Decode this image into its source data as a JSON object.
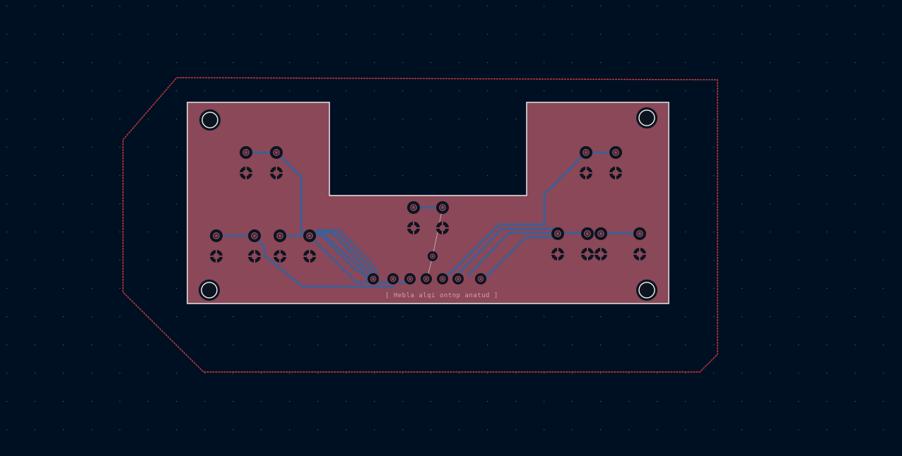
{
  "view": {
    "colors": {
      "background": "#001023",
      "grid_dot": "#4a5a70",
      "courtyard_outline": "#d23b3b",
      "board_edge": "#e8e8e8",
      "copper_fill": "#8a4858",
      "trace": "#3e5f95",
      "pad_ring": "#0c1420",
      "pad_inner": "#8a4858",
      "ratsnest": "#c0c0c0"
    }
  },
  "board": {
    "silkscreen_text": "[ Hebla alqi ontnp anatud   ]"
  },
  "components": {
    "mounting_holes": [
      "mounting-hole",
      "mounting-hole",
      "mounting-hole",
      "mounting-hole"
    ],
    "switch_groups": [
      "switch-left-top",
      "switch-right-top",
      "switch-center",
      "switch-row-left",
      "switch-row-right"
    ],
    "connector_pins": 7
  }
}
